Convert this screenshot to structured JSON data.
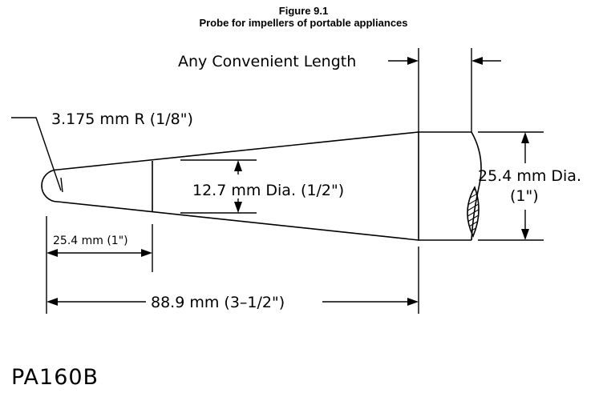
{
  "figure": {
    "number": "Figure 9.1",
    "caption": "Probe for impellers of portable appliances"
  },
  "labels": {
    "convenient_length": "Any Convenient Length",
    "tip_radius": "3.175 mm R (1/8\")",
    "inner_dia": "12.7 mm Dia. (1/2\")",
    "outer_dia_mm": "25.4 mm Dia.",
    "outer_dia_in": "(1\")",
    "tip_length": "25.4 mm (1\")",
    "overall_length": "88.9 mm (3–1/2\")",
    "drawing_code": "PA160B"
  },
  "colors": {
    "line": "#000000",
    "background": "#ffffff"
  }
}
